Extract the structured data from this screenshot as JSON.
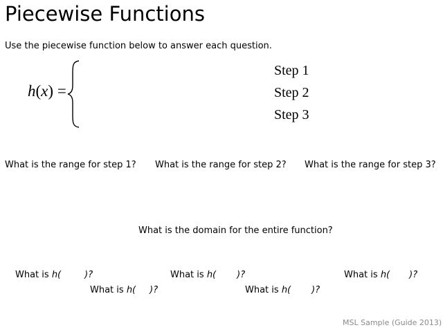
{
  "title": "Piecewise Functions",
  "instruction": "Use the piecewise function below to answer each question.",
  "function": {
    "name": "h",
    "variable": "x",
    "steps": [
      "Step 1",
      "Step 2",
      "Step 3"
    ]
  },
  "range_questions": [
    "What is the range for step 1?",
    "What is the range for step 2?",
    "What is the range for step 3?"
  ],
  "domain_question": "What is the domain for the entire function?",
  "evaluate": {
    "prefix": "What is ",
    "fn": "h(",
    "suffix": ")?"
  },
  "footer": "MSL Sample (Guide 2013)"
}
